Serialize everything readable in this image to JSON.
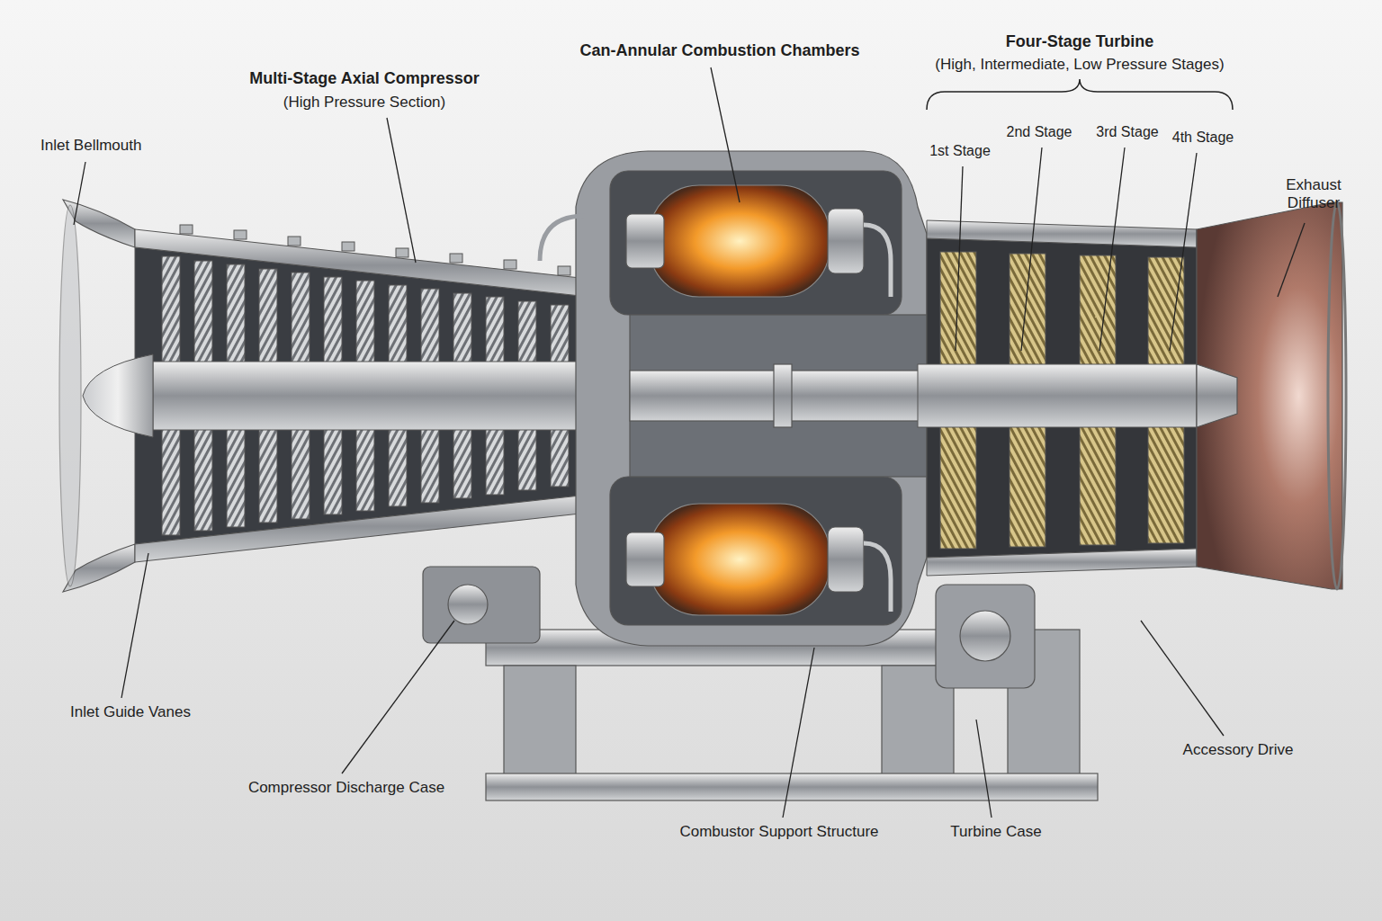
{
  "diagram": {
    "labels": [
      "Inlet Bellmouth",
      "Multi-Stage Axial Compressor",
      "(High Pressure Section)",
      "Can-Annular Combustion Chambers",
      "Four-Stage Turbine",
      "(High, Intermediate, Low Pressure Stages)",
      "1st Stage",
      "2nd Stage",
      "3rd Stage",
      "4th Stage",
      "Exhaust Diffuser",
      "Inlet Guide Vanes",
      "Compressor Discharge Case",
      "Combustor Support Structure",
      "Turbine Case",
      "Accessory Drive"
    ]
  }
}
